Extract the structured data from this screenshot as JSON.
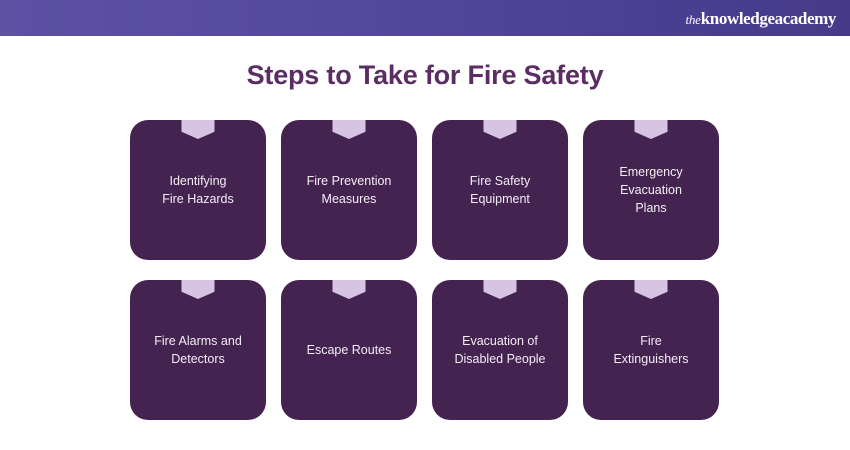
{
  "header": {
    "brand_the": "the",
    "brand_main": "knowledgeacademy",
    "gradient_start": "#5e51a4",
    "gradient_end": "#463a88"
  },
  "title": "Steps to Take for Fire Safety",
  "theme": {
    "title_color": "#5a2d63",
    "card_bg": "#452351",
    "ribbon_color": "#d6c4e2",
    "card_text_color": "#f2eef5",
    "page_bg": "#ffffff"
  },
  "cards": [
    {
      "label": "Identifying\nFire Hazards",
      "ribbon": "bookmark-tab"
    },
    {
      "label": "Fire Prevention\nMeasures",
      "ribbon": "bookmark-tab"
    },
    {
      "label": "Fire Safety\nEquipment",
      "ribbon": "bookmark-tab"
    },
    {
      "label": "Emergency\nEvacuation\nPlans",
      "ribbon": "bookmark-tab"
    },
    {
      "label": "Fire Alarms and\nDetectors",
      "ribbon": "bookmark-tab"
    },
    {
      "label": "Escape Routes",
      "ribbon": "bookmark-tab"
    },
    {
      "label": "Evacuation of\nDisabled People",
      "ribbon": "bookmark-tab"
    },
    {
      "label": "Fire\nExtinguishers",
      "ribbon": "bookmark-tab"
    }
  ]
}
